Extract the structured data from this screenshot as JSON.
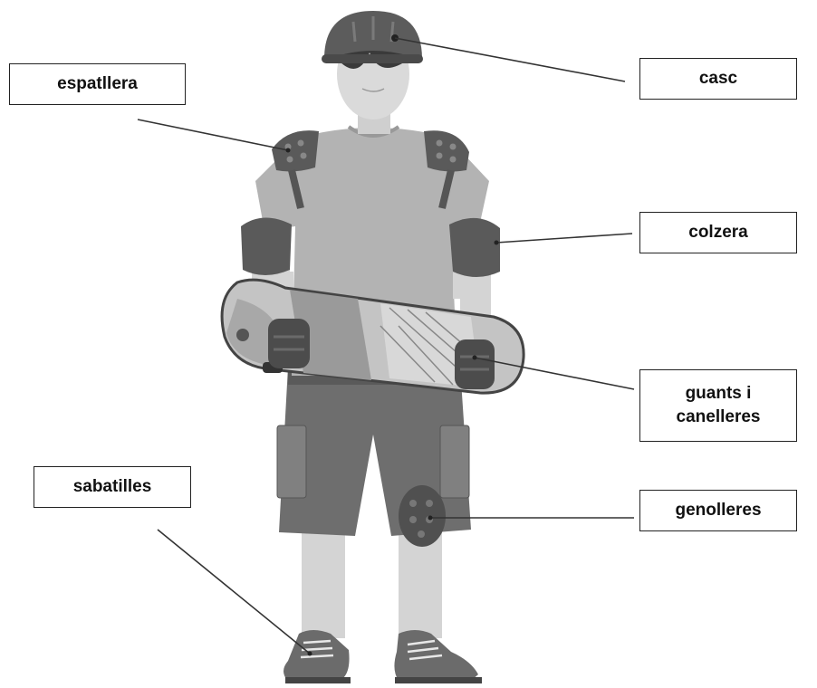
{
  "labels": {
    "espatllera": "espatllera",
    "casc": "casc",
    "colzera": "colzera",
    "guants": "guants i\ncanelleres",
    "sabatilles": "sabatilles",
    "genolleres": "genolleres"
  },
  "colors": {
    "line": "#333333",
    "skin": "#d9d9d9",
    "shirt": "#b3b3b3",
    "shorts": "#6e6e6e",
    "pads": "#555555",
    "helmet": "#5c5c5c"
  }
}
